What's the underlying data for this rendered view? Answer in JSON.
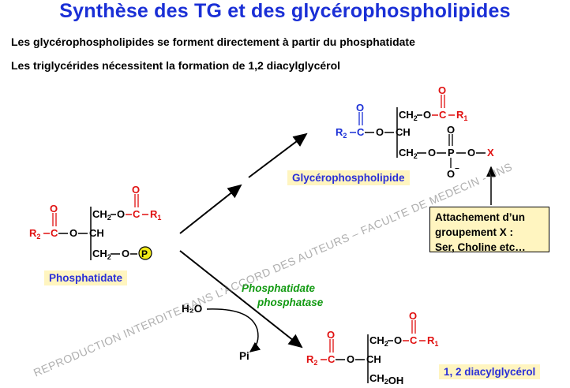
{
  "title": "Synthèse des TG et des glycérophospholipides",
  "intro": [
    "Les glycérophospholipides se forment directement à partir du phosphatidate",
    "Les triglycérides nécessitent la formation de 1,2 diacylglycérol"
  ],
  "labels": {
    "phosphatidate": "Phosphatidate",
    "glycerophospholipide": "Glycérophospholipide",
    "diacylglycerol": "1, 2 diacylglycérol",
    "enzyme_line1": "Phosphatidate",
    "enzyme_line2": "phosphatase",
    "water": "H₂O",
    "pi": "Pi"
  },
  "callout": {
    "line1": "Attachement d’un",
    "line2": "groupement  X  :",
    "line3": "Ser, Choline etc…"
  },
  "watermark": "REPRODUCTION INTERDITE SANS L’ACCORD DES AUTEURS – FACULTE DE MEDECIN - UNS",
  "colors": {
    "title": "#1a2fd6",
    "red": "#e01010",
    "blue_label": "#2a2fd8",
    "enzyme_green": "#129a12",
    "label_bg": "#fff5c0",
    "phosphate_circle": "#f2ea18"
  }
}
